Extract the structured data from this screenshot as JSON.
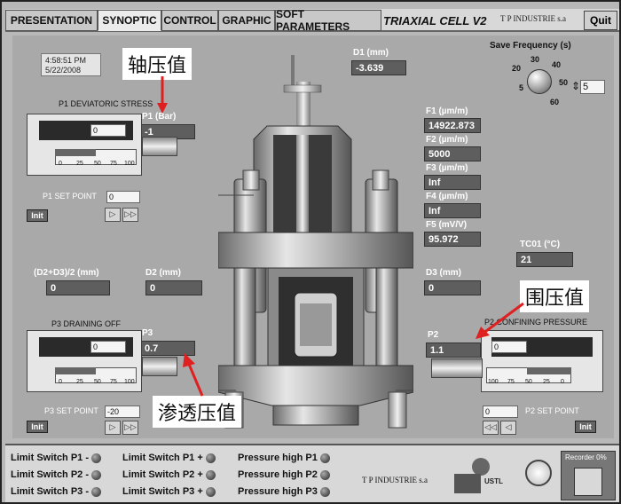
{
  "tabs": [
    {
      "label": "PRESENTATION"
    },
    {
      "label": "SYNOPTIC"
    },
    {
      "label": "CONTROL"
    },
    {
      "label": "GRAPHIC"
    },
    {
      "label": "SOFT PARAMETERS"
    }
  ],
  "app_title": "TRIAXIAL CELL V2",
  "brand_top": "T  P INDUSTRIE s.a",
  "quit_label": "Quit",
  "clock": {
    "time": "4:58:51 PM",
    "date": "5/22/2008"
  },
  "save_frequency": {
    "label": "Save Frequency (s)",
    "ticks": [
      "5",
      "20",
      "30",
      "40",
      "50",
      "60"
    ],
    "value": "5"
  },
  "annotations": {
    "axial": "轴压值",
    "confining": "围压值",
    "drainage": "渗透压值"
  },
  "p1": {
    "title": "P1 DEVIATORIC STRESS",
    "label": "P1 (Bar)",
    "value": "-1",
    "input": "0",
    "set_point_label": "P1 SET POINT",
    "set_point": "0",
    "init": "Init",
    "scale": [
      "0",
      "25",
      "50",
      "75",
      "100"
    ]
  },
  "p3": {
    "title": "P3 DRAINING OFF",
    "label": "P3",
    "value": "0.7",
    "input": "0",
    "set_point_label": "P3 SET POINT",
    "set_point": "-20",
    "init": "Init",
    "scale": [
      "0",
      "25",
      "50",
      "75",
      "100"
    ]
  },
  "p2": {
    "title": "P2 CONFINING PRESSURE",
    "label": "P2",
    "value": "1.1",
    "input": "0",
    "set_point_label": "P2 SET POINT",
    "set_point": "0",
    "init": "Init",
    "scale": [
      "100",
      "75",
      "50",
      "25",
      "0"
    ]
  },
  "d1": {
    "label": "D1 (mm)",
    "value": "-3.639"
  },
  "d2": {
    "label": "D2 (mm)",
    "value": "0"
  },
  "d3": {
    "label": "D3 (mm)",
    "value": "0"
  },
  "d23": {
    "label": "(D2+D3)/2 (mm)",
    "value": "0"
  },
  "f1": {
    "label": "F1 (µm/m)",
    "value": "14922.873"
  },
  "f2": {
    "label": "F2 (µm/m)",
    "value": "5000"
  },
  "f3": {
    "label": "F3 (µm/m)",
    "value": "Inf"
  },
  "f4": {
    "label": "F4 (µm/m)",
    "value": "Inf"
  },
  "f5": {
    "label": "F5 (mV/V)",
    "value": "95.972"
  },
  "tc01": {
    "label": "TC01 (°C)",
    "value": "21"
  },
  "switches": [
    {
      "label": "Limit Switch P1 -"
    },
    {
      "label": "Limit Switch P1 +"
    },
    {
      "label": "Pressure high P1"
    },
    {
      "label": "Limit Switch P2 -"
    },
    {
      "label": "Limit Switch P2 +"
    },
    {
      "label": "Pressure high P2"
    },
    {
      "label": "Limit Switch P3 -"
    },
    {
      "label": "Limit Switch P3 +"
    },
    {
      "label": "Pressure high P3"
    }
  ],
  "brand_bottom": "T  P INDUSTRIE s.a",
  "recorder_label": "Recorder 0%",
  "colors": {
    "panel": "#a9a9a9",
    "value_box": "#5e5e5e",
    "led": "#333333"
  }
}
